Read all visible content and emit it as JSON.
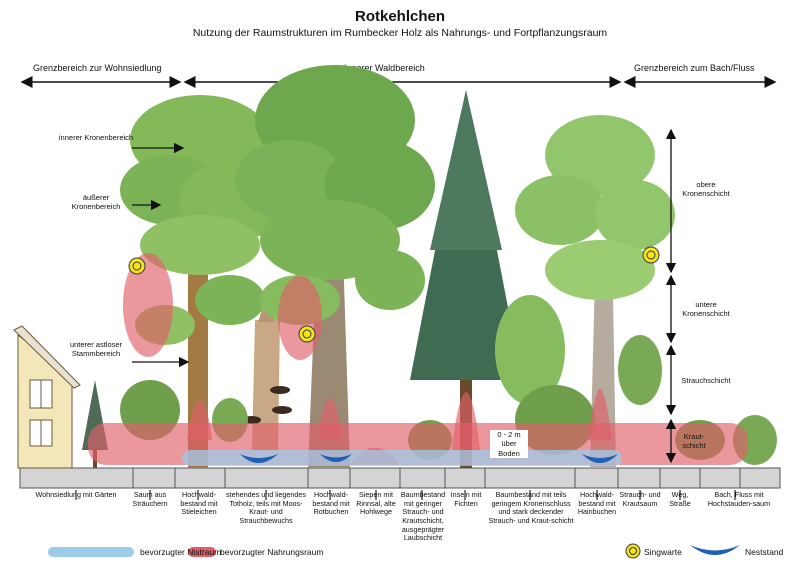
{
  "header": {
    "title": "Rotkehlchen",
    "subtitle": "Nutzung der Raumstrukturen im Rumbecker Holz als Nahrungs- und Fortpflanzungsraum"
  },
  "zones": {
    "left": "Grenzbereich zur Wohnsiedlung",
    "middle": "Innerer Waldbereich",
    "right": "Grenzbereich zum Bach/Fluss"
  },
  "tree_labels": {
    "inner_crown": "innerer Kronenbereich",
    "outer_crown": "äußerer Kronenbereich",
    "lower_trunk": "unterer astloser Stammbereich"
  },
  "layer_labels": {
    "upper": "obere Kronenschicht",
    "lower": "untere Kronenschicht",
    "shrub": "Strauchschicht",
    "herb": "Kraut-schicht",
    "soil_range": "0 - 2 m über Boden"
  },
  "bottom_labels": [
    "Wohnsiedlung mit Gärten",
    "Saum aus Sträuchern",
    "Hochwald-bestand mit Stieleichen",
    "stehendes und liegendes Totholz, teils mit Moos- Kraut- und Strauchbewuchs",
    "Hochwald-bestand mit Rotbuchen",
    "Siepen mit Rinnsal, alte Hohlwege",
    "Baumbestand mit geringer Strauch- und Krautschicht, ausgeprägter Laubschicht",
    "Inseln mit Fichten",
    "Baumbestand mit teils geringem Kronenschluss und stark deckender Strauch- und Kraut-schicht",
    "Hochwald-bestand mit Hainbuchen",
    "Strauch- und Krautsaum",
    "Weg, Straße",
    "Bach, Fluss mit Hochstauden-saum"
  ],
  "legend": {
    "nest_space": "bevorzugter Nistraum",
    "food_space": "bevorzugter Nahrungsraum",
    "song_post": "Singwarte",
    "nest_site": "Neststand"
  },
  "colors": {
    "nest_blue": "#9fcbe8",
    "food_red": "#e0606a",
    "singwarte_yellow": "#f4e21a",
    "neststand_blue": "#1f5fb5"
  }
}
